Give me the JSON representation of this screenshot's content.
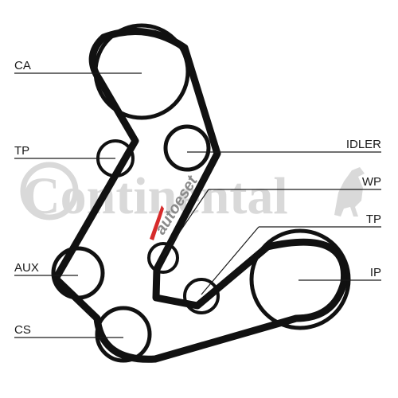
{
  "labels": {
    "ca": "CA",
    "tp_left": "TP",
    "aux": "AUX",
    "cs": "CS",
    "idler": "IDLER",
    "wp": "WP",
    "tp_right": "TP",
    "ip": "IP"
  },
  "watermark": {
    "brand": "Continental",
    "seller": "autoeset"
  },
  "colors": {
    "belt": "#111111",
    "leader": "#1a1a1a",
    "watermark": "#d9d9d9",
    "logo_red": "#d62b2b"
  }
}
